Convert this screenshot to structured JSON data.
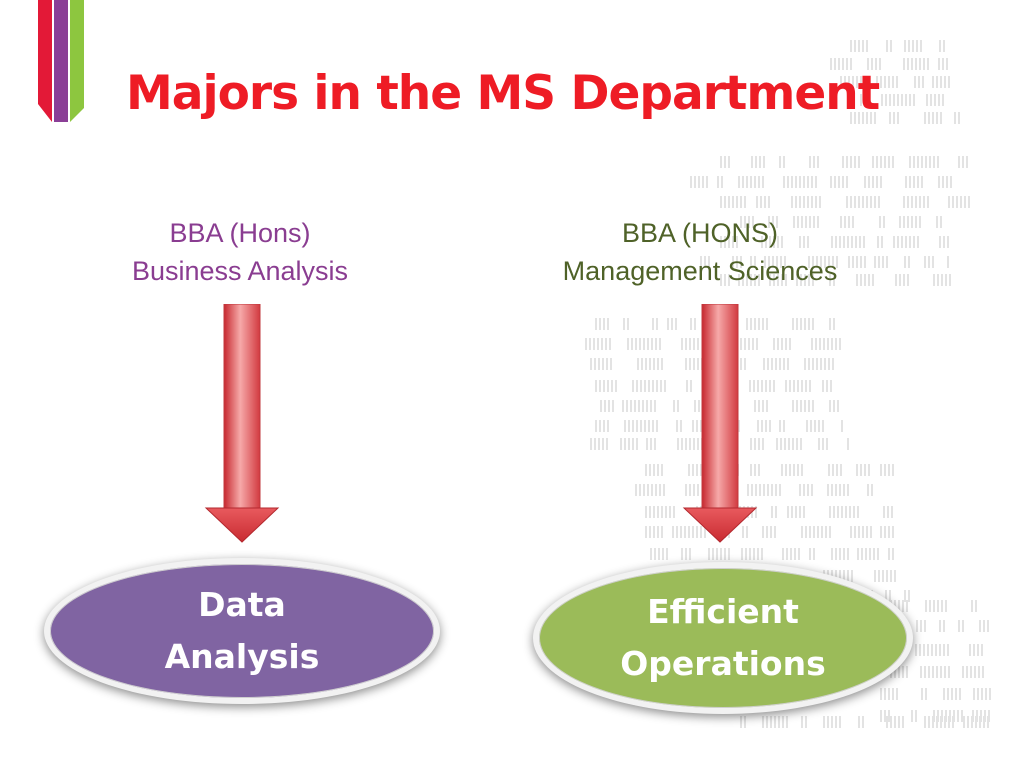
{
  "slide": {
    "title": "Majors in the MS Department"
  },
  "majors": [
    {
      "degree": "BBA (Hons)",
      "program": "Business Analysis",
      "outcome_line1": "Data",
      "outcome_line2": "Analysis",
      "color": "#8064a2",
      "label_color": "#8a3d91"
    },
    {
      "degree": "BBA (HONS)",
      "program": "Management Sciences",
      "outcome_line1": "Efficient",
      "outcome_line2": "Operations",
      "color": "#9bbb59",
      "label_color": "#4f6228"
    }
  ],
  "theme": {
    "title_color": "#ee1c25",
    "accent_bars": [
      "#e31937",
      "#8b3f97",
      "#8dc63f"
    ],
    "arrow_color": "#e0444a"
  }
}
